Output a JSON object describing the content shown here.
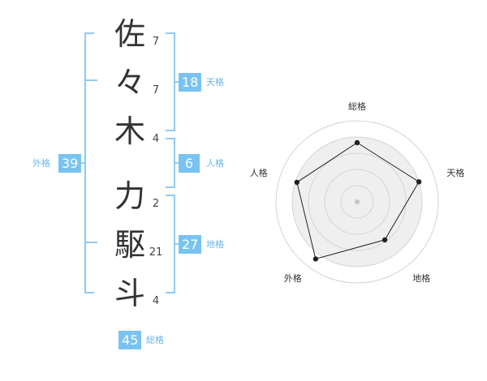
{
  "name": {
    "characters": [
      {
        "char": "佐",
        "strokes": "7"
      },
      {
        "char": "々",
        "strokes": "7"
      },
      {
        "char": "木",
        "strokes": "4"
      },
      {
        "char": "力",
        "strokes": "2"
      },
      {
        "char": "駆",
        "strokes": "21"
      },
      {
        "char": "斗",
        "strokes": "4"
      }
    ]
  },
  "fortune": {
    "tenkaku": {
      "value": "18",
      "label": "天格"
    },
    "jinkaku": {
      "value": "6",
      "label": "人格"
    },
    "chikaku": {
      "value": "27",
      "label": "地格"
    },
    "gaikaku": {
      "value": "39",
      "label": "外格"
    },
    "soukaku": {
      "value": "45",
      "label": "総格"
    }
  },
  "radar": {
    "labels": [
      "総格",
      "天格",
      "地格",
      "外格",
      "人格"
    ],
    "values": [
      0.73,
      0.8,
      0.58,
      0.87,
      0.78
    ],
    "colors": {
      "rings": "#d4d4d4",
      "fill": "#efefef",
      "line": "#222222",
      "point": "#222222",
      "center": "#c4c4c4"
    }
  },
  "colors": {
    "accent": "#79c3f1",
    "bracket": "#8fcaf3"
  }
}
